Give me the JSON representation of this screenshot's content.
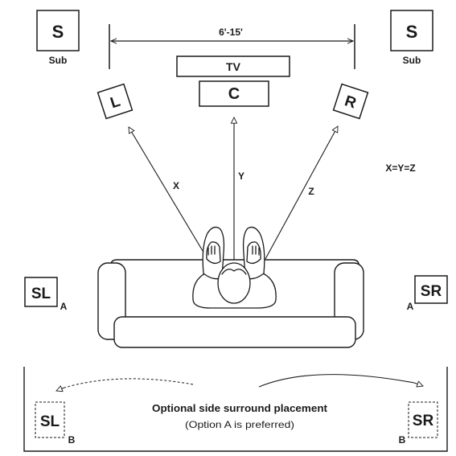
{
  "distance_label": "6'-15'",
  "equation": "X=Y=Z",
  "subwoofers": [
    {
      "letter": "S",
      "caption": "Sub"
    },
    {
      "letter": "S",
      "caption": "Sub"
    }
  ],
  "tv_label": "TV",
  "center_label": "C",
  "front_left_label": "L",
  "front_right_label": "R",
  "ray_labels": {
    "x": "X",
    "y": "Y",
    "z": "Z"
  },
  "surround_a": {
    "left": "SL",
    "right": "SR",
    "option": "A"
  },
  "surround_b": {
    "left": "SL",
    "right": "SR",
    "option": "B"
  },
  "optional_title": "Optional side surround placement",
  "optional_note": "(Option A is preferred)"
}
